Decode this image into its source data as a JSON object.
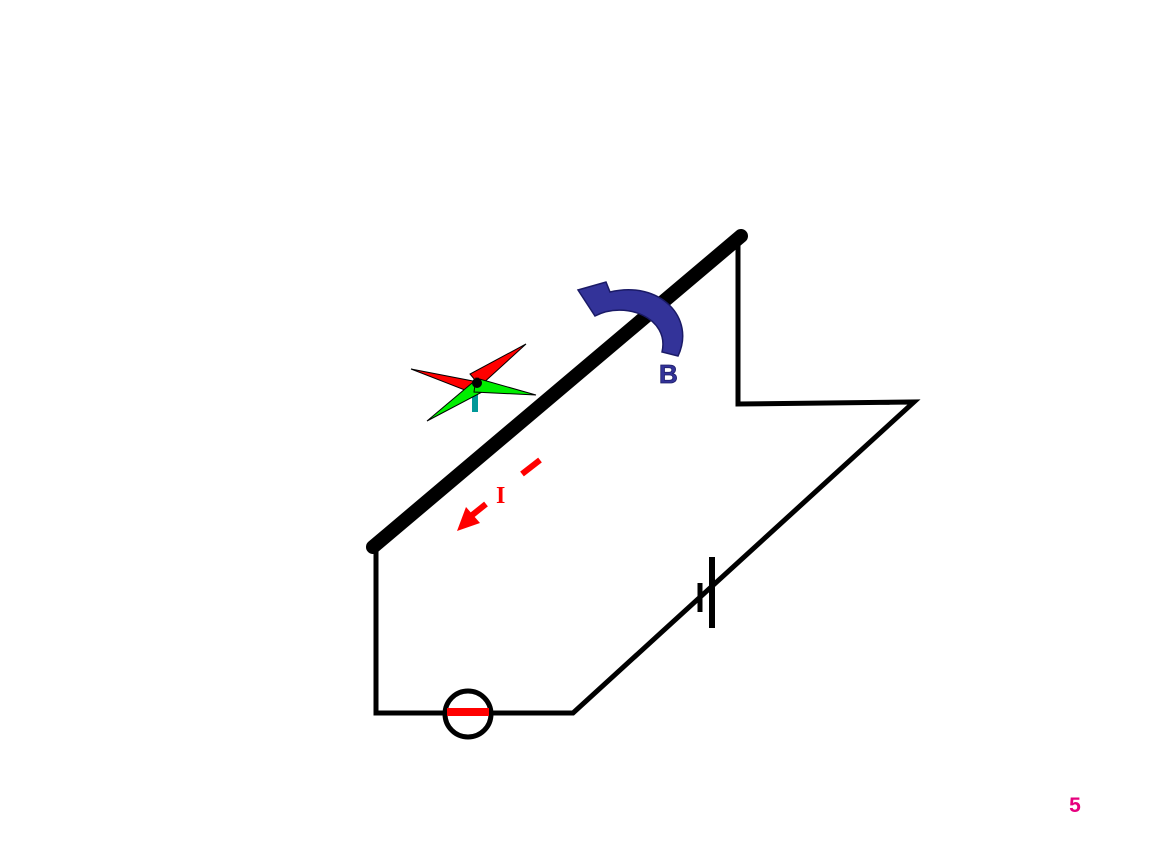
{
  "slide": {
    "page_number": "5"
  },
  "diagram": {
    "field_label": "B",
    "current_label": "I",
    "colors": {
      "wire": "#000000",
      "field_arrow": "#333399",
      "field_arrow_outline": "#1a1a66",
      "current_arrow": "#ff0000",
      "compass_north": "#ff0000",
      "compass_south": "#00ee00",
      "compass_stand": "#009999",
      "ammeter_needle": "#ff0000",
      "page_number": "#e6007e"
    },
    "components": [
      "current-carrying-wire",
      "magnetic-compass",
      "field-direction-arrow",
      "current-direction-arrow",
      "battery",
      "ammeter"
    ]
  }
}
